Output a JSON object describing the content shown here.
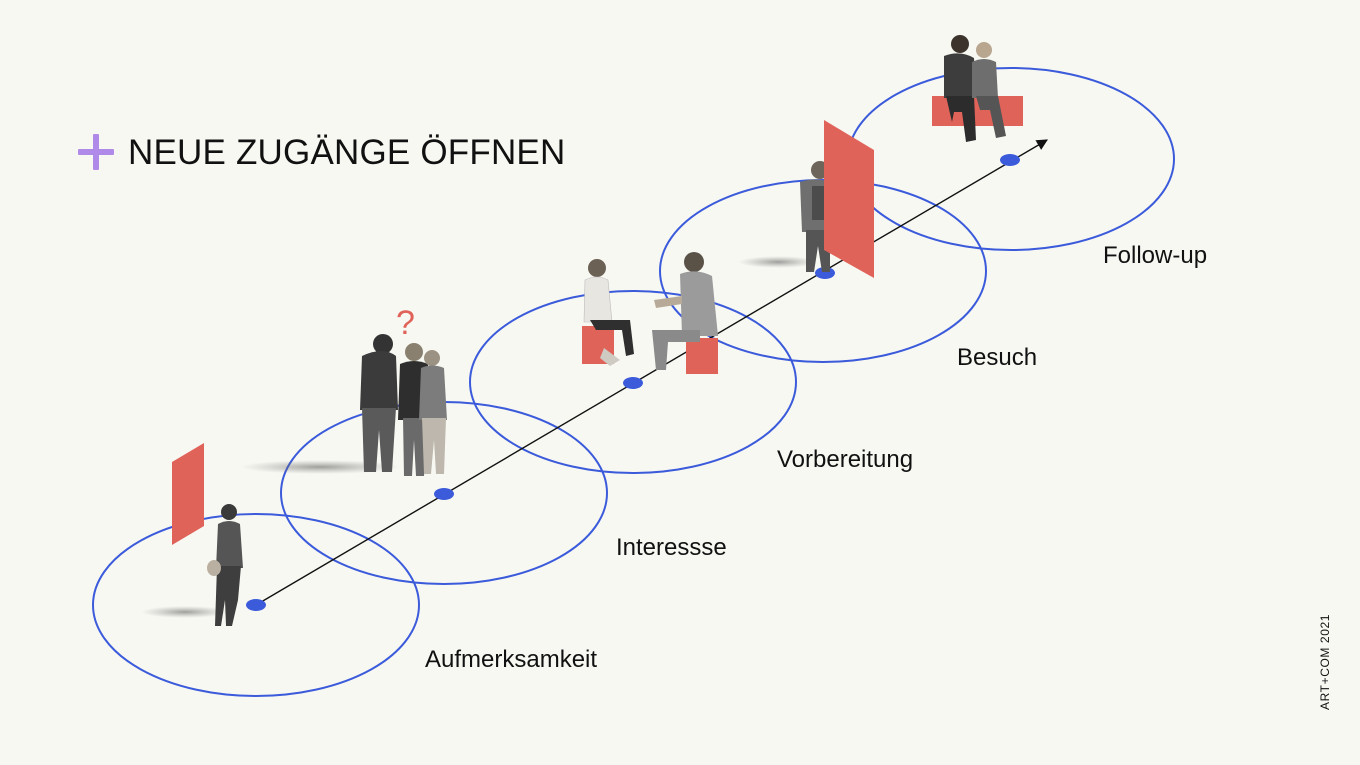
{
  "title": "NEUE ZUGÄNGE ÖFFNEN",
  "credit": "ART+COM 2021",
  "question_mark": "?",
  "stages": [
    {
      "label": "Aufmerksamkeit"
    },
    {
      "label": "Interessse"
    },
    {
      "label": "Vorbereitung"
    },
    {
      "label": "Besuch"
    },
    {
      "label": "Follow-up"
    }
  ],
  "colors": {
    "background": "#f8f8f3",
    "accent": "#b08ae8",
    "circle": "#3b5bdb",
    "panel": "#e0635a",
    "text": "#111111"
  }
}
